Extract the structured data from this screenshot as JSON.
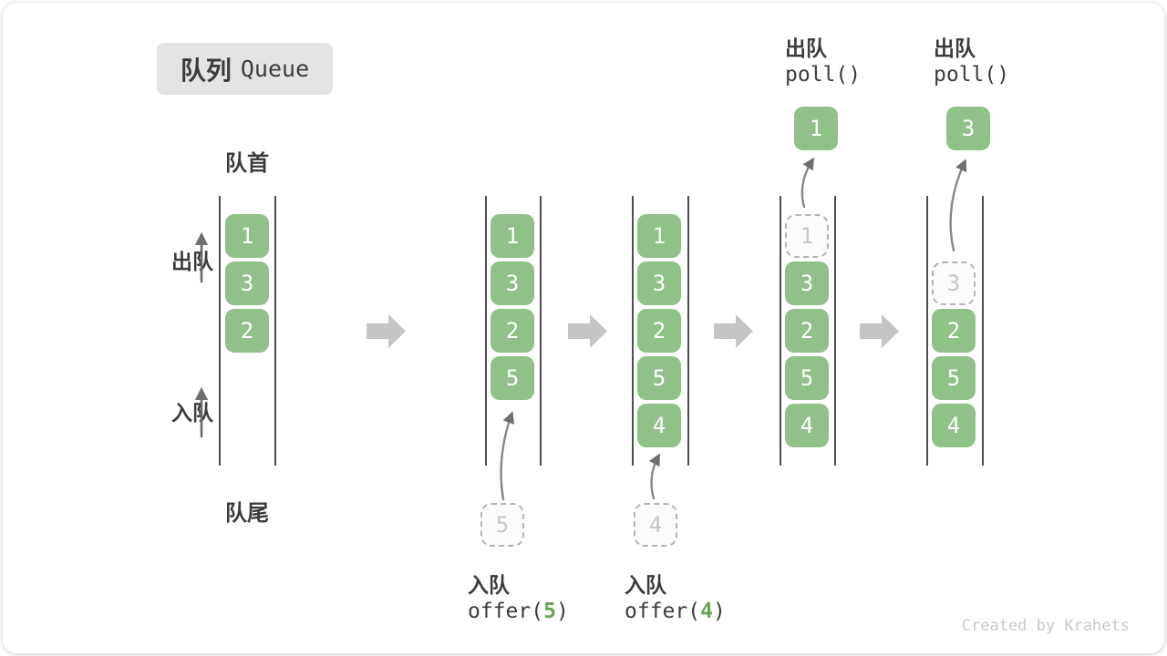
{
  "title": {
    "cn": "队列",
    "en": "Queue"
  },
  "labels": {
    "front": "队首",
    "rear": "队尾",
    "dequeue_side": "出队",
    "enqueue_side": "入队"
  },
  "queues": {
    "q1": {
      "cells": [
        "1",
        "3",
        "2"
      ]
    },
    "q2": {
      "cells": [
        "1",
        "3",
        "2",
        "5"
      ],
      "incoming": "5"
    },
    "q3": {
      "cells": [
        "1",
        "3",
        "2",
        "5",
        "4"
      ],
      "incoming": "4"
    },
    "q4": {
      "ghost": "1",
      "cells": [
        "3",
        "2",
        "5",
        "4"
      ],
      "outgoing": "1"
    },
    "q5": {
      "ghost": "3",
      "cells": [
        "2",
        "5",
        "4"
      ],
      "outgoing": "3"
    }
  },
  "ops": {
    "offer1": {
      "label": "入队",
      "code_prefix": "offer(",
      "arg": "5",
      "code_suffix": ")"
    },
    "offer2": {
      "label": "入队",
      "code_prefix": "offer(",
      "arg": "4",
      "code_suffix": ")"
    },
    "poll1": {
      "label": "出队",
      "code": "poll()"
    },
    "poll2": {
      "label": "出队",
      "code": "poll()"
    }
  },
  "credit": "Created by Krahets",
  "colors": {
    "box-green": "#8fc189",
    "box-text": "#ffffff",
    "arg-green": "#64a555",
    "step-arrow": "#c5c5c5",
    "curve-arrow": "#868686",
    "wall": "#4d4d4d",
    "label-text": "#3c3c3c",
    "ghost-border": "#b3b3b3",
    "ghost-text": "#c5c5c5",
    "badge-bg": "#e4e4e4",
    "credit-text": "#c9c9c9"
  }
}
